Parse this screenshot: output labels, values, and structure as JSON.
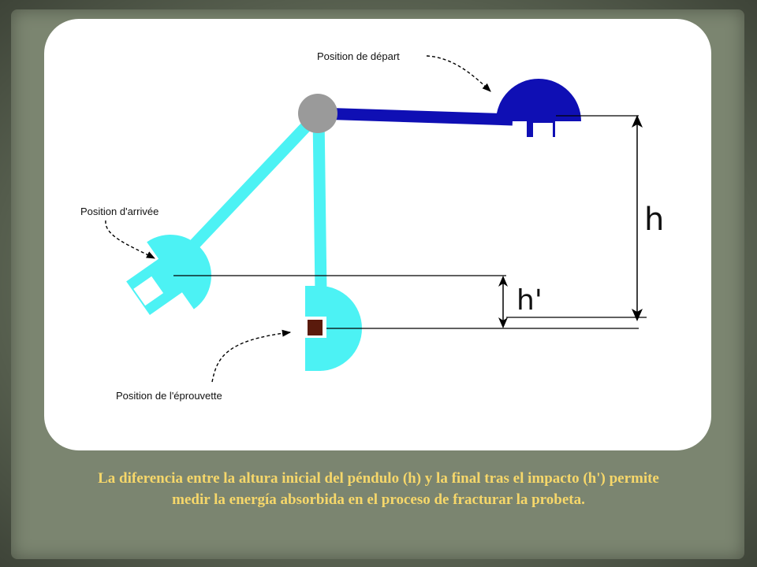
{
  "diagram": {
    "labels": {
      "start_position": "Position de départ",
      "arrival_position": "Position d'arrivée",
      "specimen_position": "Position de l'éprouvette",
      "height_h": "h",
      "height_h_prime": "h'"
    },
    "colors": {
      "pendulum_start": "#0f0fb4",
      "pendulum_arms": "#4cf2f4",
      "pivot": "#9a9a9a",
      "specimen": "#5a1a0c",
      "lines": "#000000"
    }
  },
  "caption": {
    "text": "La diferencia entre la altura inicial del péndulo (h) y la final tras el impacto (h') permite medir la energía absorbida en el proceso de fracturar la probeta."
  },
  "theme": {
    "caption_color": "#f6d76a",
    "background": "#5f6856"
  }
}
